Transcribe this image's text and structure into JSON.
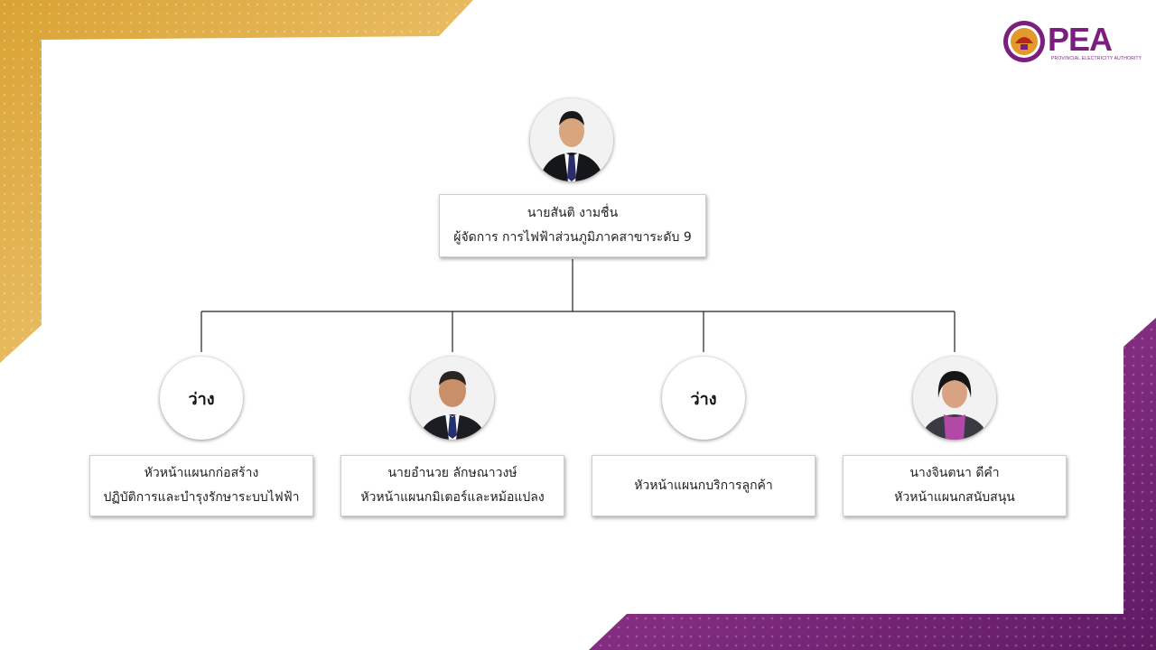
{
  "logo": {
    "text": "PEA",
    "subtitle": "PROVINCIAL ELECTRICITY AUTHORITY",
    "seal_icon": "pea-seal-icon"
  },
  "colors": {
    "gold": "#e8b24a",
    "purple": "#8a2a8e",
    "line": "#222222",
    "logo": "#7b1f7e"
  },
  "org": {
    "top": {
      "name": "นายสันติ  งามชื่น",
      "position": "ผู้จัดการ การไฟฟ้าส่วนภูมิภาคสาขาระดับ 9"
    },
    "children": [
      {
        "vacant_label": "ว่าง",
        "line1": "หัวหน้าแผนกก่อสร้าง",
        "line2": "ปฏิบัติการและบำรุงรักษาระบบไฟฟ้า"
      },
      {
        "line1": "นายอำนวย  ลักษณาวงษ์",
        "line2": "หัวหน้าแผนกมิเตอร์และหม้อแปลง"
      },
      {
        "vacant_label": "ว่าง",
        "line1": "หัวหน้าแผนกบริการลูกค้า"
      },
      {
        "line1": "นางจินตนา  ดีคำ",
        "line2": "หัวหน้าแผนกสนับสนุน"
      }
    ]
  }
}
